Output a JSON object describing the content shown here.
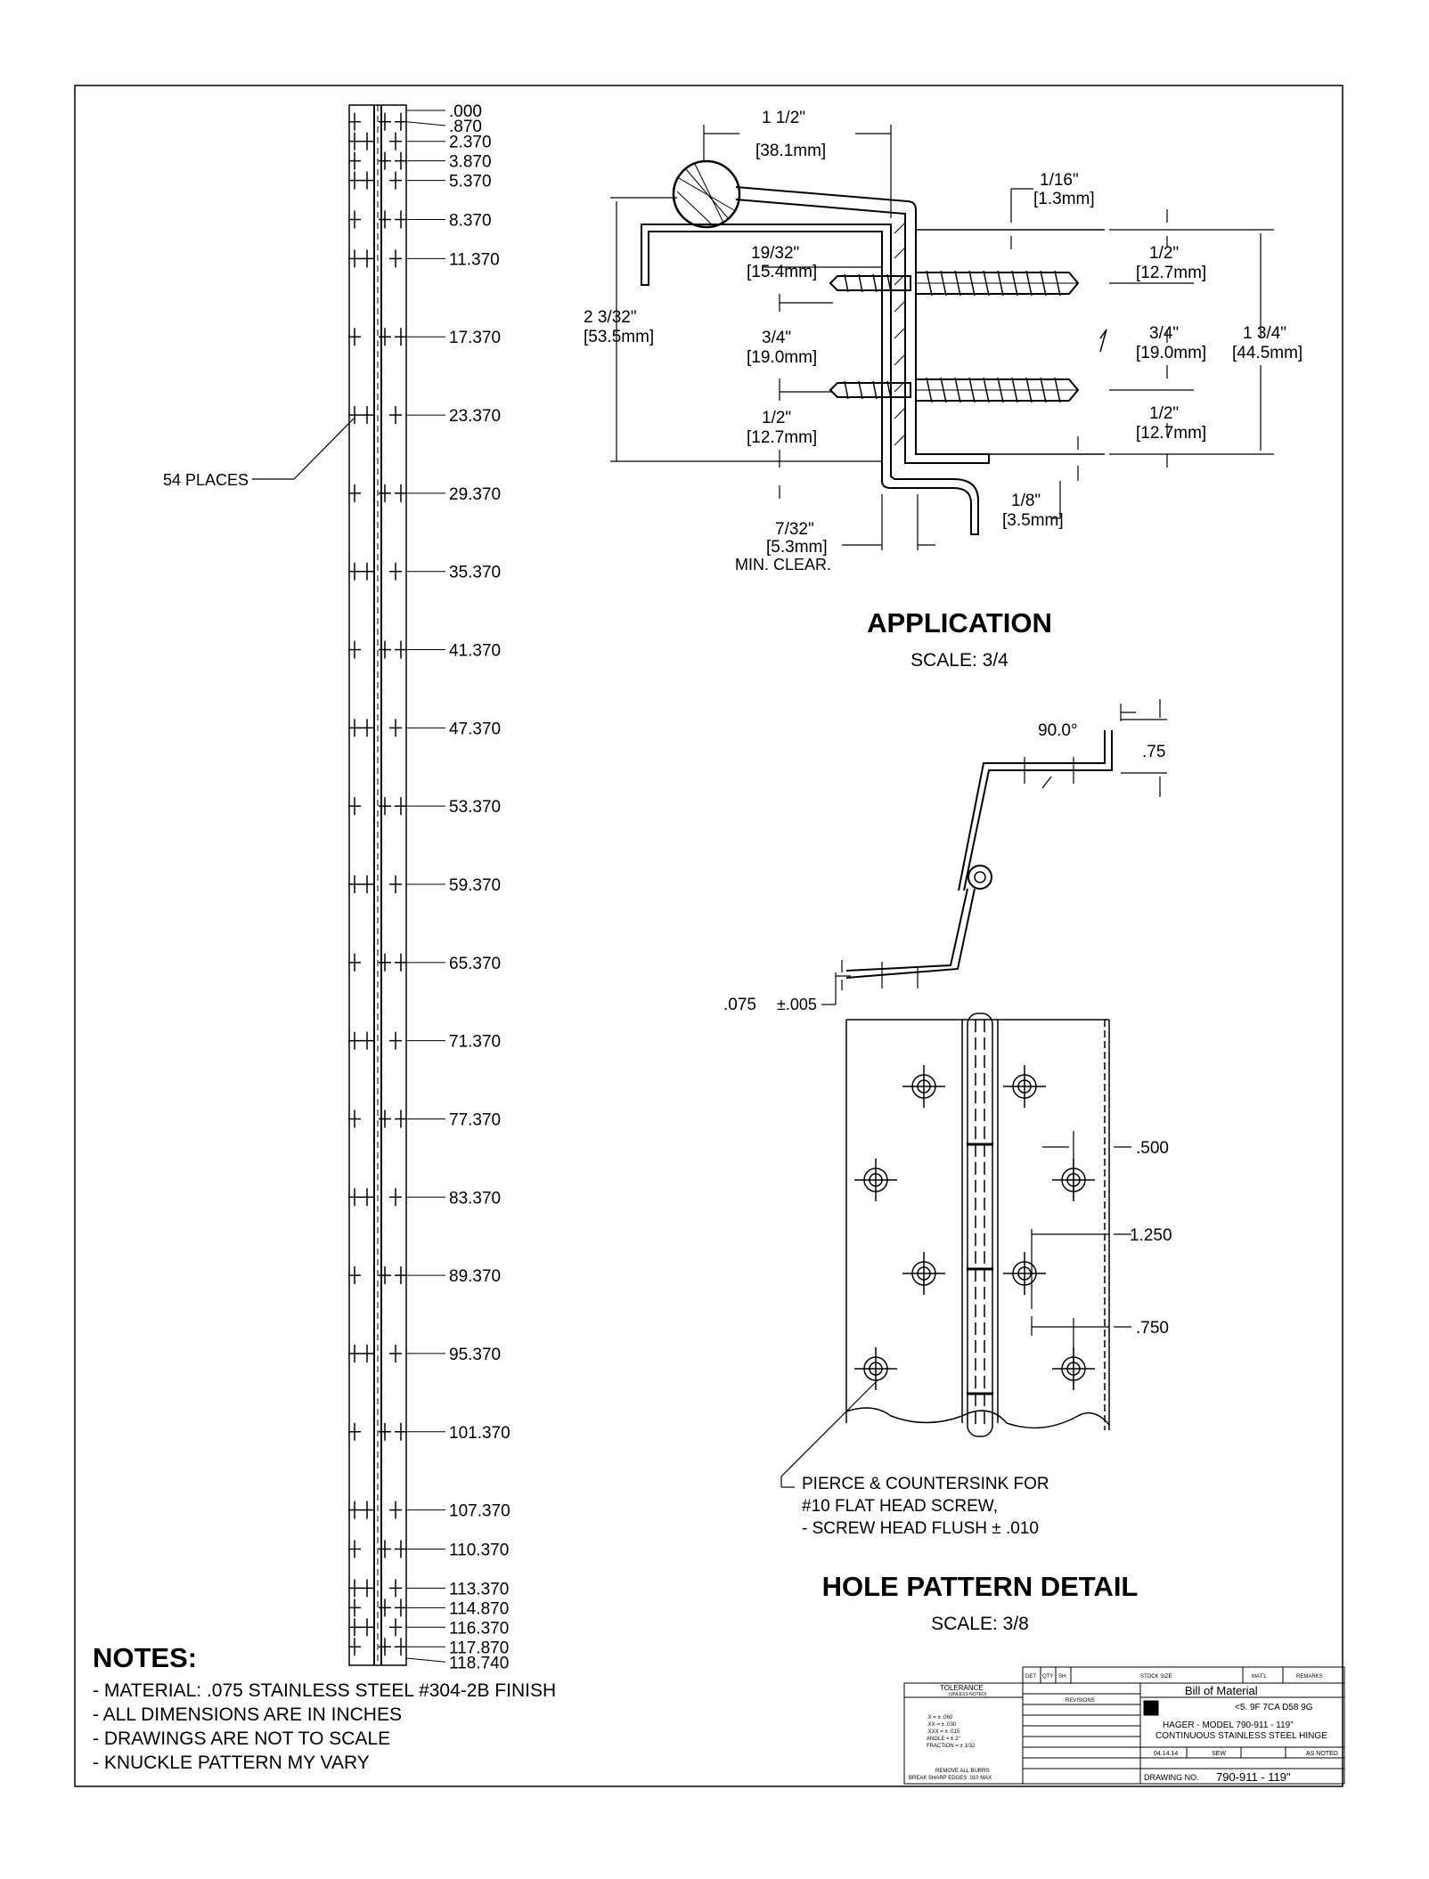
{
  "strip": {
    "stations": [
      ".000",
      ".870",
      "2.370",
      "3.870",
      "5.370",
      "8.370",
      "11.370",
      "17.370",
      "23.370",
      "29.370",
      "35.370",
      "41.370",
      "47.370",
      "53.370",
      "59.370",
      "65.370",
      "71.370",
      "77.370",
      "83.370",
      "89.370",
      "95.370",
      "101.370",
      "107.370",
      "110.370",
      "113.370",
      "114.870",
      "116.370",
      "117.870",
      "118.740"
    ],
    "places_label": "54 PLACES"
  },
  "application": {
    "title": "APPLICATION",
    "scale": "SCALE: 3/4",
    "dims": {
      "width_in": "1 1/2\"",
      "width_mm": "[38.1mm]",
      "gap_in": "1/16\"",
      "gap_mm": "[1.3mm]",
      "d1932_in": "19/32\"",
      "d1932_mm": "[15.4mm]",
      "height_in": "2 3/32\"",
      "height_mm": "[53.5mm]",
      "left34_in": "3/4\"",
      "left34_mm": "[19.0mm]",
      "left12_in": "1/2\"",
      "left12_mm": "[12.7mm]",
      "r12a_in": "1/2\"",
      "r12a_mm": "[12.7mm]",
      "r34_in": "3/4\"",
      "r34_mm": "[19.0mm]",
      "r12b_in": "1/2\"",
      "r12b_mm": "[12.7mm]",
      "total_in": "1 3/4\"",
      "total_mm": "[44.5mm]",
      "e18_in": "1/8\"",
      "e18_mm": "[3.5mm]",
      "clear_in": "7/32\"",
      "clear_mm": "[5.3mm]",
      "clear_note": "MIN. CLEAR."
    }
  },
  "profile": {
    "angle": "90.0°",
    "offset": ".75",
    "thickness": ".075",
    "tolerance": "±.005"
  },
  "holes": {
    "title": "HOLE PATTERN DETAIL",
    "scale": "SCALE: 3/8",
    "dim_500": ".500",
    "dim_1250": "1.250",
    "dim_750": ".750",
    "note": [
      "PIERCE & COUNTERSINK FOR",
      "#10 FLAT HEAD SCREW,",
      "- SCREW HEAD FLUSH ± .010"
    ]
  },
  "notes": {
    "heading": "NOTES:",
    "items": [
      "- MATERIAL: .075 STAINLESS STEEL #304-2B FINISH",
      "- ALL DIMENSIONS ARE IN INCHES",
      "- DRAWINGS ARE NOT TO SCALE",
      "- KNUCKLE PATTERN MY VARY"
    ]
  },
  "title_block": {
    "cols": [
      "DET",
      "QTY",
      "SH",
      "STOCK SIZE",
      "MAT'L",
      "REMARKS"
    ],
    "bom": "Bill of Material",
    "tolerance_head": "TOLERANCE",
    "tolerance_sub": "(UNLESS NOTED)",
    "tolerance_rows": [
      ".X = ± .060",
      ".XX = ± .030",
      ".XXX = ± .015",
      "ANGLE = ± 2°",
      "FRACTION = ± 1/32"
    ],
    "burr_note": [
      "REMOVE ALL BURRS",
      "BREAK SHARP EDGES .010 MAX"
    ],
    "revisions": "REVISIONS",
    "customer": "<5. 9F 7CA D58 9G",
    "desc1": "HAGER - MODEL 790-911 - 119\"",
    "desc2": "CONTINUOUS STAINLESS STEEL HINGE",
    "date": "04.14.14",
    "drawn_by": "SEW",
    "scale_val": "AS NOTED",
    "drawing_no_label": "DRAWING NO.",
    "drawing_no": "790-911 - 119\""
  }
}
